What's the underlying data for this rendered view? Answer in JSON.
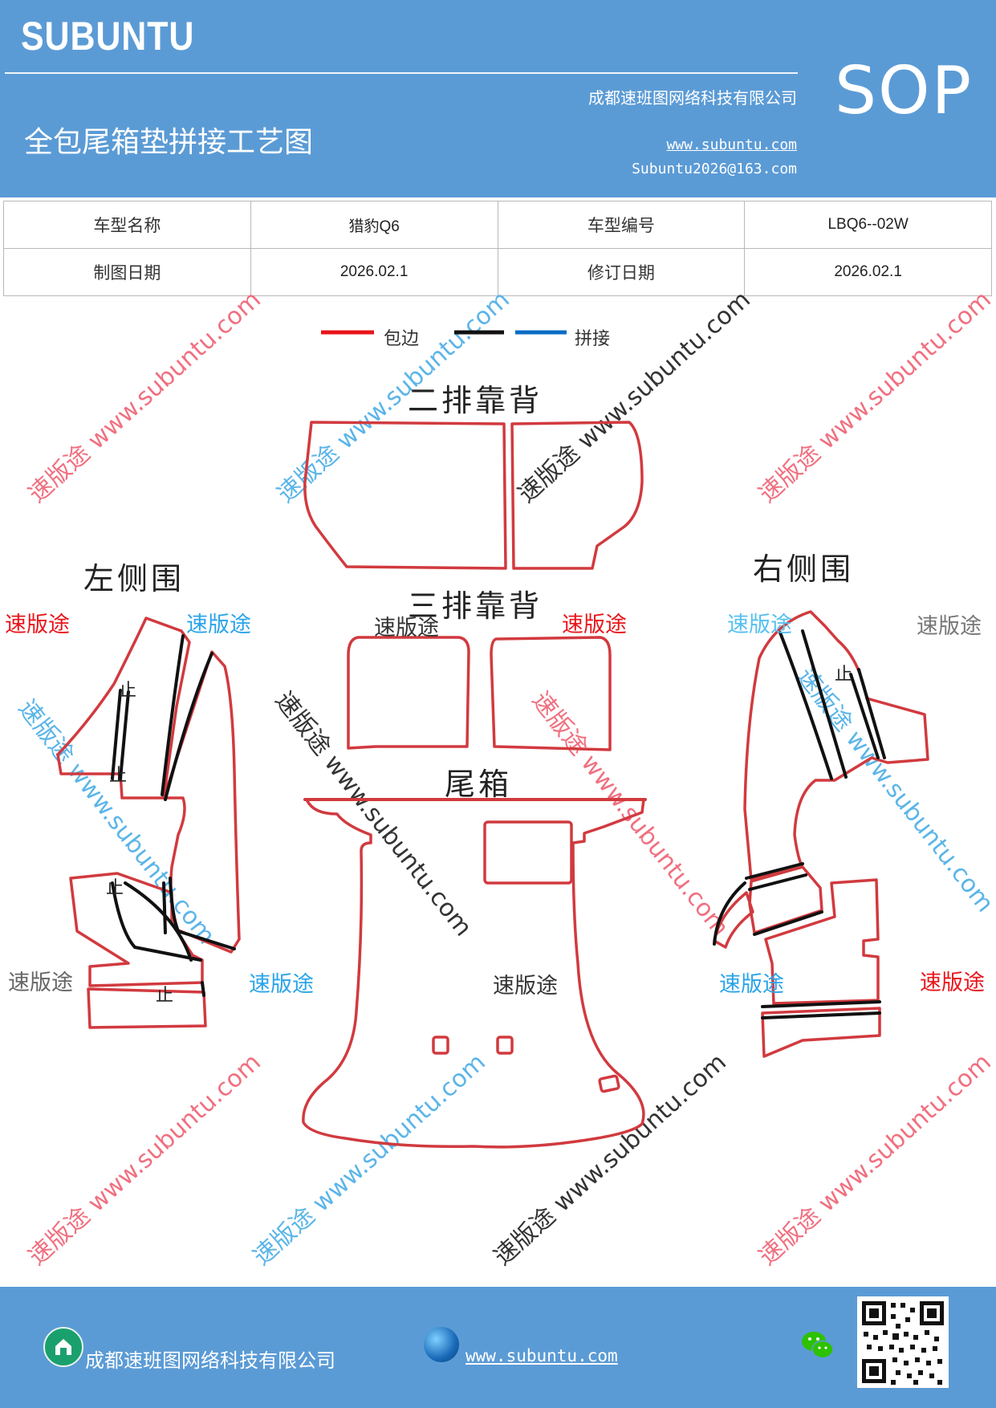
{
  "header": {
    "brand": "SUBUNTU",
    "doc_type": "SOP",
    "title": "全包尾箱垫拼接工艺图",
    "company": "成都速班图网络科技有限公司",
    "website": "www.subuntu.com",
    "email": "Subuntu2026@163.com"
  },
  "info_table": {
    "rows": [
      [
        "车型名称",
        "猎豹Q6",
        "车型编号",
        "LBQ6--02W"
      ],
      [
        "制图日期",
        "2026.02.1",
        "修订日期",
        "2026.02.1"
      ]
    ]
  },
  "legend": {
    "items": [
      {
        "label": "包边",
        "color": "#e8151b"
      },
      {
        "label": "",
        "color": "#111111"
      },
      {
        "label": "拼接",
        "color": "#0b6cc4"
      }
    ]
  },
  "parts": {
    "second_row_back": "二排靠背",
    "third_row_back": "三排靠背",
    "trunk": "尾箱",
    "left_side": "左侧围",
    "right_side": "右侧围",
    "stop_mark": "止"
  },
  "watermark": {
    "brand_cn": "速版途",
    "url": "www.subuntu.com",
    "diag_text": "速版途 www.subuntu.com"
  },
  "colors": {
    "header_bg": "#5b9bd5",
    "outline_red": "#d13a3f",
    "seam_black": "#111111"
  },
  "footer": {
    "company": "成都速班图网络科技有限公司",
    "website": "www.subuntu.com",
    "icons": [
      "home-icon",
      "globe-icon",
      "wechat-icon",
      "qr-code"
    ]
  }
}
